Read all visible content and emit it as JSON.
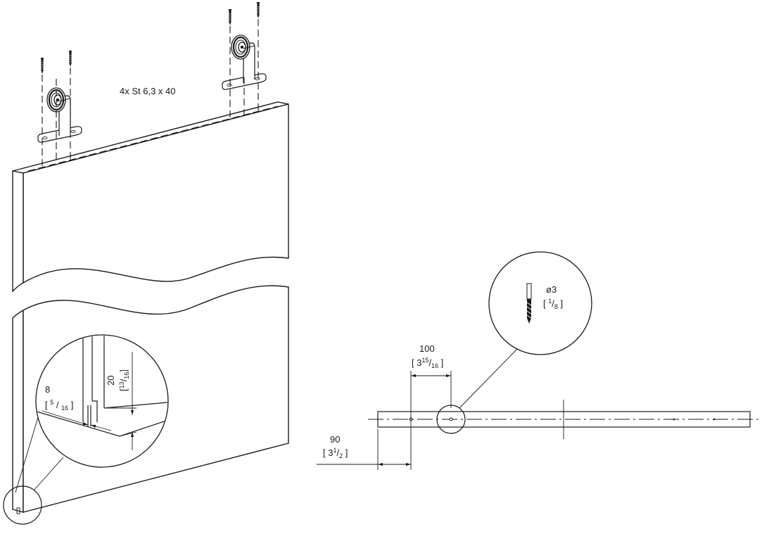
{
  "screws_label": "4x St 6,3 x 40",
  "groove": {
    "width_mm": "8",
    "width_in_whole": "[",
    "width_in_num": "5",
    "width_in_den": "16",
    "width_in_close": "]",
    "depth_mm": "20",
    "depth_in_num": "13",
    "depth_in_den": "16"
  },
  "drill": {
    "diameter": "ø3",
    "in_num": "1",
    "in_den": "8"
  },
  "rail_dims": {
    "spacing_mm": "100",
    "spacing_in_whole": "3",
    "spacing_in_num": "15",
    "spacing_in_den": "16",
    "edge_mm": "90",
    "edge_in_whole": "3",
    "edge_in_num": "1",
    "edge_in_den": "2"
  },
  "icons": [
    "screw-icon",
    "roller-wheel-icon",
    "drill-bit-icon"
  ]
}
